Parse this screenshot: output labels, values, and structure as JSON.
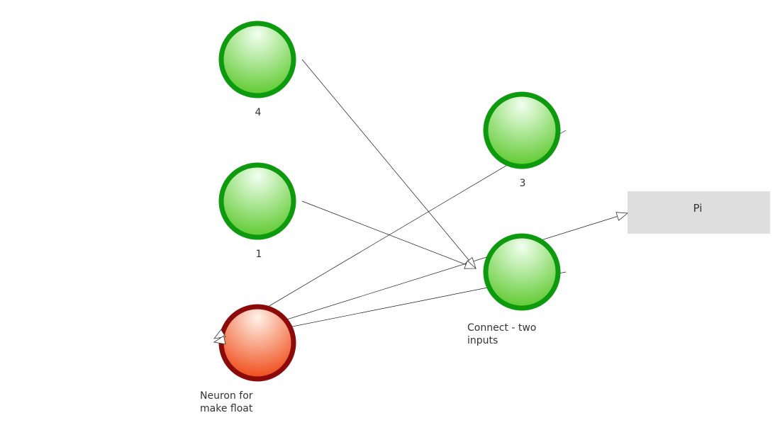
{
  "colors": {
    "input_ring": "#0e9a0e",
    "input_fill_top": "#f2fff0",
    "input_fill_bottom": "#63cc36",
    "float_ring": "#8c0a0a",
    "float_fill_top": "#fff2e8",
    "float_fill_bottom": "#f0501e",
    "box_fill": "#dedede",
    "edge": "#1a1a1a"
  },
  "nodes": [
    {
      "id": "n4",
      "name": "neuron-4",
      "style": "input",
      "label": [
        "4"
      ]
    },
    {
      "id": "n1",
      "name": "neuron-1",
      "style": "input",
      "label": [
        "1"
      ]
    },
    {
      "id": "nf",
      "name": "neuron-make-float",
      "style": "float",
      "label": [
        "Neuron for",
        "make float"
      ]
    },
    {
      "id": "n3",
      "name": "neuron-3",
      "style": "input",
      "label": [
        "3"
      ]
    },
    {
      "id": "nc",
      "name": "neuron-connect",
      "style": "input",
      "label": [
        "Connect - two",
        "inputs"
      ]
    }
  ],
  "output_box": {
    "id": "pi",
    "label": "Pi"
  },
  "edges": [
    {
      "from": "n4",
      "to": "nc"
    },
    {
      "from": "n1",
      "to": "nc"
    },
    {
      "from": "n3",
      "to": "nf"
    },
    {
      "from": "nc",
      "to": "nf"
    },
    {
      "from": "nf",
      "to": "pi"
    }
  ]
}
